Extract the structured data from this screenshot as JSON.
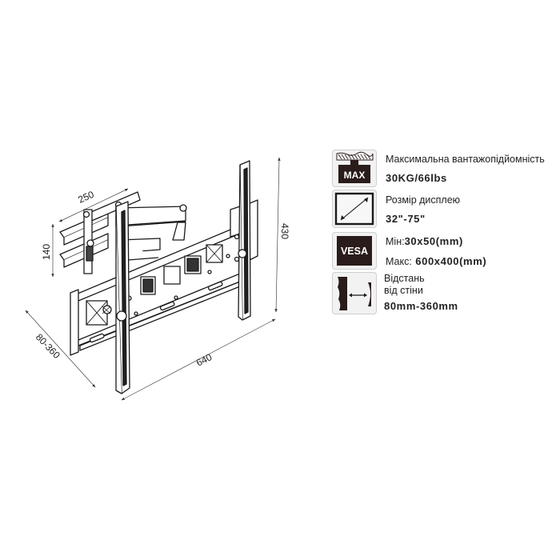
{
  "diagram": {
    "subject": "full-motion TV wall mount",
    "dimensions": {
      "wall_plate_width": "250",
      "wall_plate_height": "140",
      "wall_distance": "80-360",
      "vesa_width": "640",
      "vesa_height": "430"
    }
  },
  "specs": [
    {
      "icon": "max-load-icon",
      "icon_text": "MAX",
      "label": "Максимальна вантажопідйомність",
      "value": "30KG/66lbs"
    },
    {
      "icon": "screen-size-icon",
      "label": "Розмір дисплею",
      "value": "32\"-75\""
    },
    {
      "icon": "vesa-icon",
      "icon_text": "VESA",
      "min_label": "Мін:",
      "min_value": "30x50(mm)",
      "max_label": "Макс:",
      "max_value": "600x400(mm)"
    },
    {
      "icon": "wall-distance-icon",
      "label_line1": "Відстань",
      "label_line2": "від стіни",
      "value": "80mm-360mm"
    }
  ],
  "colors": {
    "icon_dark": "#2a1c1a",
    "icon_bg": "#f2f2f2",
    "line": "#1a1a1a"
  }
}
